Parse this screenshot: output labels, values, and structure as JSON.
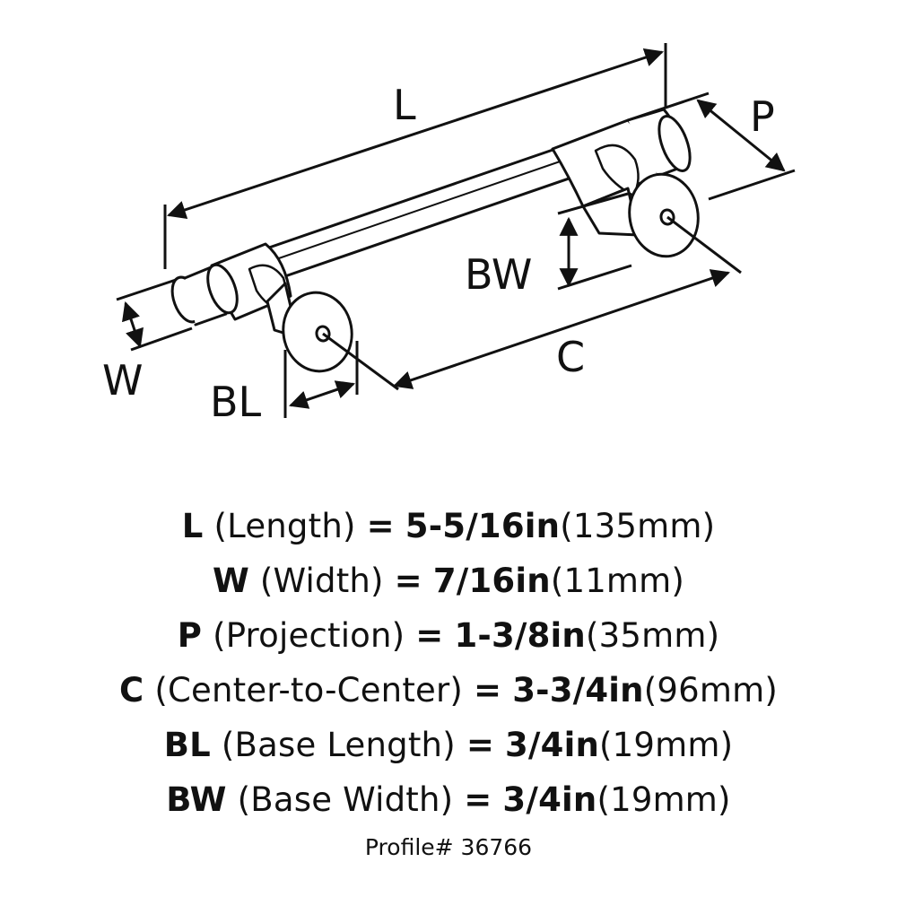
{
  "diagram": {
    "labels": {
      "L": "L",
      "P": "P",
      "BW": "BW",
      "C": "C",
      "W": "W",
      "BL": "BL"
    }
  },
  "specs": [
    {
      "key": "L",
      "desc": "(Length)",
      "eq": "=",
      "value": "5-5/16in",
      "metric": "(135mm)"
    },
    {
      "key": "W",
      "desc": "(Width)",
      "eq": "=",
      "value": "7/16in",
      "metric": "(11mm)"
    },
    {
      "key": "P",
      "desc": "(Projection)",
      "eq": "=",
      "value": "1-3/8in",
      "metric": "(35mm)"
    },
    {
      "key": "C",
      "desc": "(Center-to-Center)",
      "eq": "=",
      "value": "3-3/4in",
      "metric": "(96mm)"
    },
    {
      "key": "BL",
      "desc": "(Base Length)",
      "eq": "=",
      "value": "3/4in",
      "metric": "(19mm)"
    },
    {
      "key": "BW",
      "desc": "(Base Width)",
      "eq": "=",
      "value": "3/4in",
      "metric": "(19mm)"
    }
  ],
  "profile": "Profile# 36766"
}
